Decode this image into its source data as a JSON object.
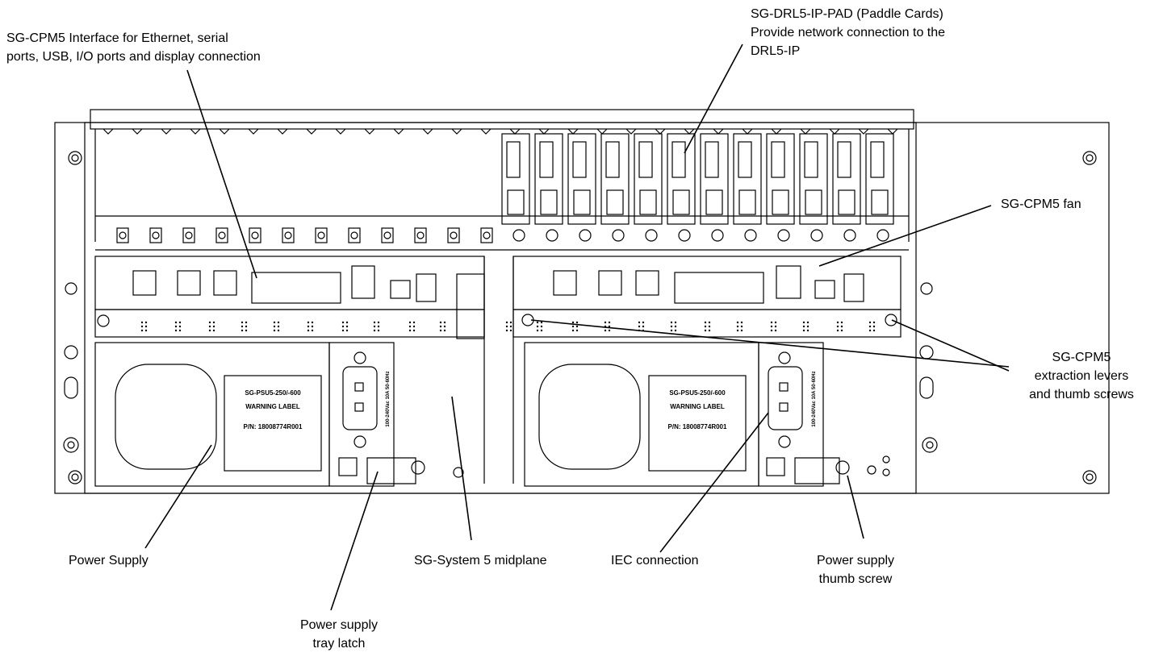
{
  "callouts": {
    "cpm5_interface": {
      "line1": "SG-CPM5 Interface for Ethernet, serial",
      "line2": "ports, USB, I/O ports and display connection"
    },
    "paddle_cards": {
      "line1": "SG-DRL5-IP-PAD (Paddle Cards)",
      "line2": "Provide network connection to the",
      "line3": "DRL5-IP"
    },
    "cpm5_fan": {
      "line1": "SG-CPM5 fan"
    },
    "extraction_levers": {
      "line1": "SG-CPM5",
      "line2": "extraction levers",
      "line3": "and thumb screws"
    },
    "power_supply": {
      "line1": "Power Supply"
    },
    "midplane": {
      "line1": "SG-System 5 midplane"
    },
    "iec_connection": {
      "line1": "IEC connection"
    },
    "psu_thumb_screw": {
      "line1": "Power supply",
      "line2": "thumb screw"
    },
    "tray_latch": {
      "line1": "Power supply",
      "line2": "tray latch"
    }
  },
  "psu_labels": [
    {
      "model": "SG-PSU5-250/-600",
      "warning": "WARNING LABEL",
      "part": "P/N: 18008774R001"
    },
    {
      "model": "SG-PSU5-250/-600",
      "warning": "WARNING LABEL",
      "part": "P/N: 18008774R001"
    }
  ],
  "iec_rating": "100-240Vac 10A 50-60Hz",
  "colors": {
    "line": "#000000",
    "background": "#ffffff"
  }
}
